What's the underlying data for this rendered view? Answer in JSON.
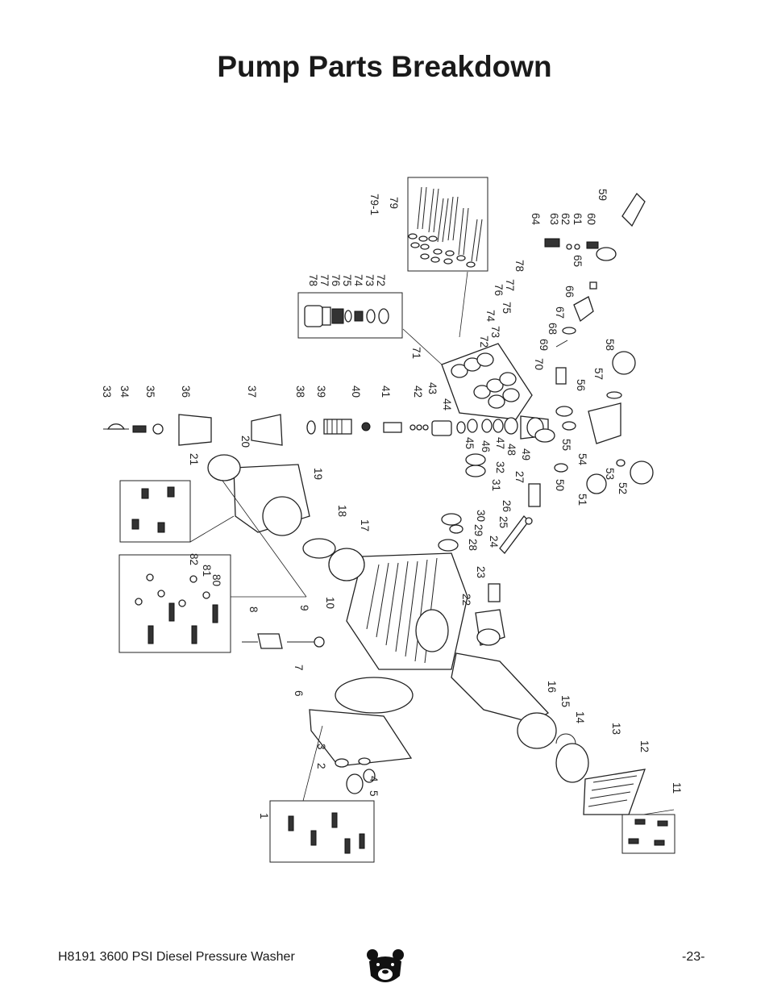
{
  "title": "Pump Parts Breakdown",
  "footer": {
    "model": "H8191 3600 PSI Diesel Pressure Washer",
    "page": "-23-"
  },
  "logo_icon": "grizzly-bear-head-icon",
  "part_numbers": [
    "1",
    "2",
    "3",
    "4",
    "5",
    "6",
    "7",
    "8",
    "9",
    "10",
    "11",
    "12",
    "13",
    "14",
    "15",
    "16",
    "17",
    "18",
    "19",
    "20",
    "21",
    "22",
    "23",
    "24",
    "25",
    "26",
    "27",
    "28",
    "29",
    "30",
    "31",
    "32",
    "33",
    "34",
    "35",
    "36",
    "37",
    "38",
    "39",
    "40",
    "41",
    "42",
    "43",
    "44",
    "45",
    "46",
    "47",
    "48",
    "49",
    "50",
    "51",
    "52",
    "53",
    "54",
    "55",
    "56",
    "57",
    "58",
    "59",
    "60",
    "61",
    "62",
    "63",
    "64",
    "65",
    "66",
    "67",
    "68",
    "69",
    "70",
    "71",
    "72",
    "73",
    "74",
    "75",
    "76",
    "77",
    "78",
    "79",
    "79-1",
    "80",
    "81",
    "82"
  ],
  "inset_labels": {
    "valve_inset": [
      "78",
      "77",
      "76",
      "75",
      "74",
      "73",
      "72"
    ],
    "bolt_inset": [
      "79-1",
      "79"
    ],
    "head_bolt_inset": [
      "82",
      "81",
      "80"
    ]
  }
}
